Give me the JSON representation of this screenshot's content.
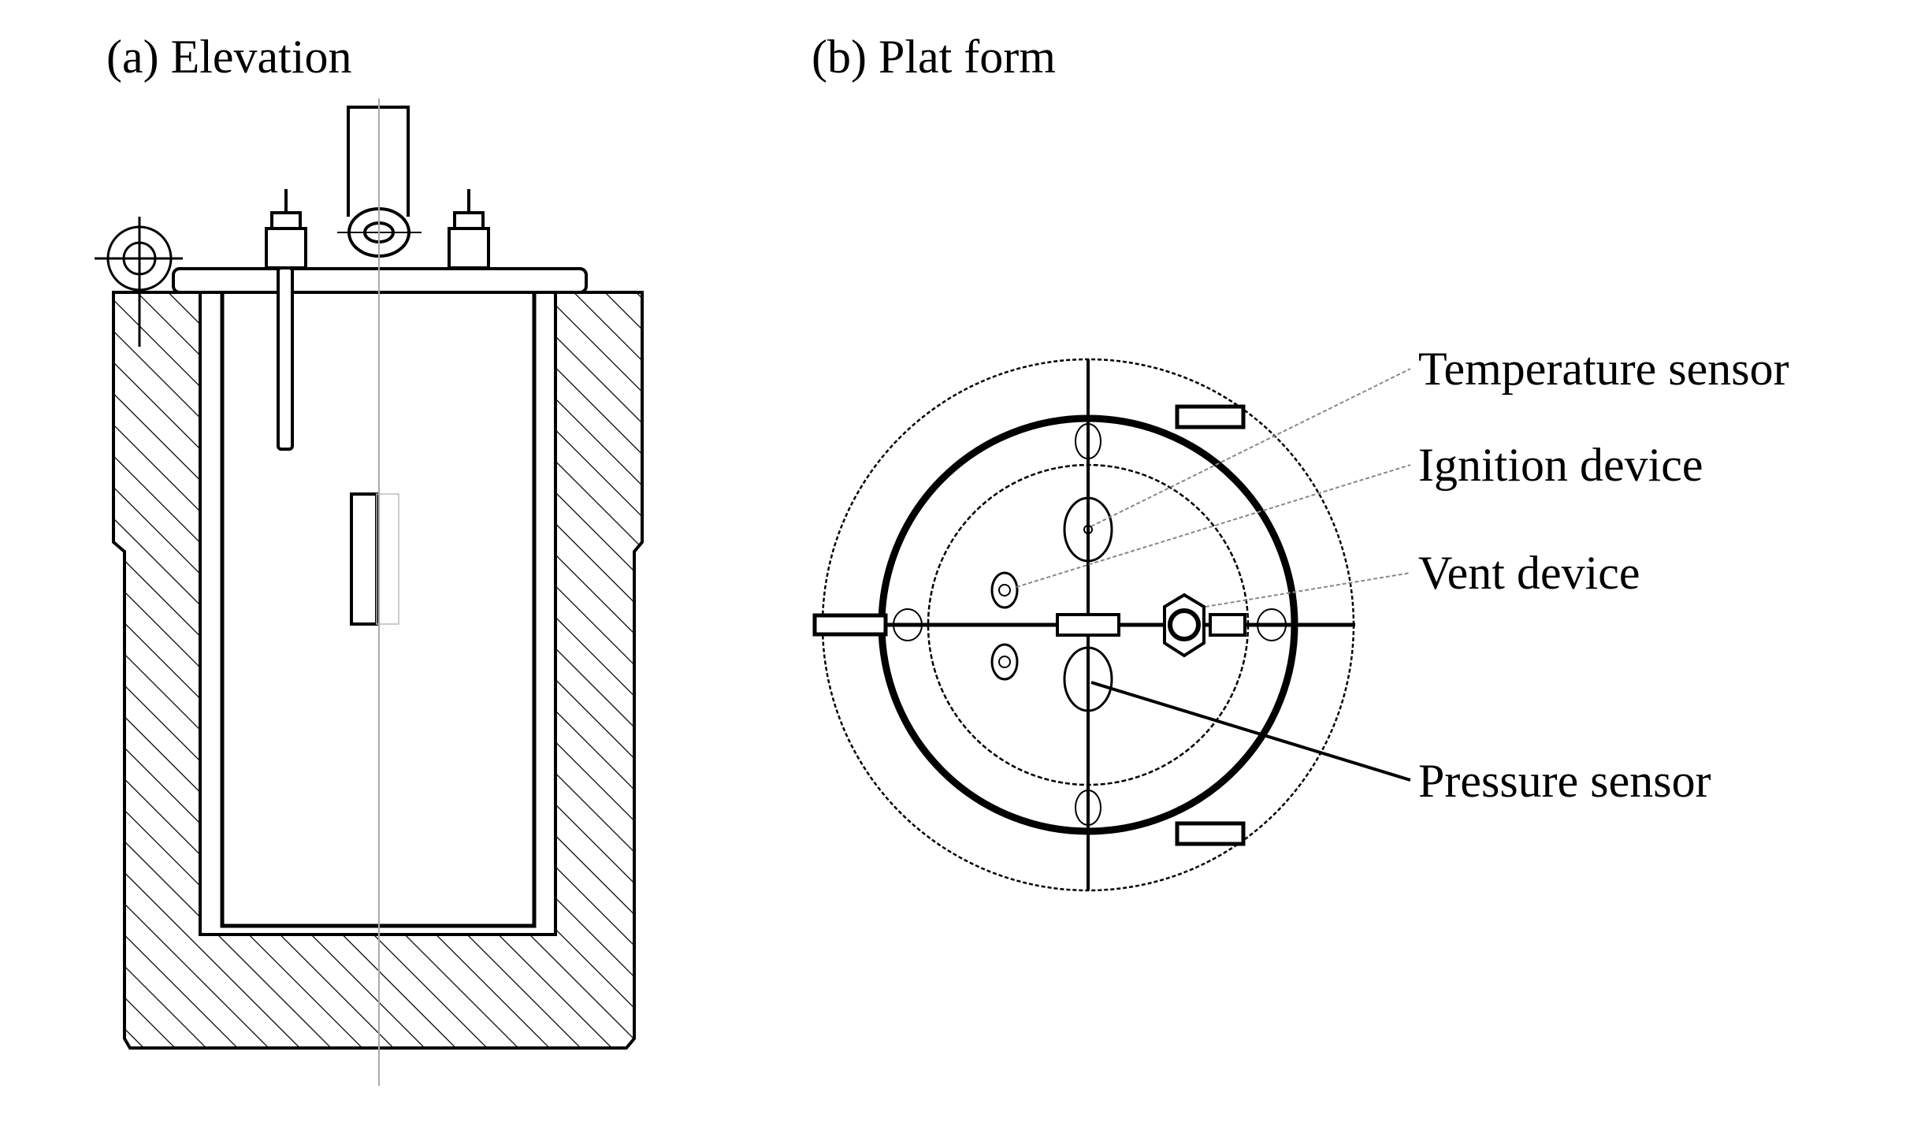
{
  "panels": {
    "elevation": {
      "title": "(a) Elevation"
    },
    "plan": {
      "title": "(b) Plat form"
    }
  },
  "labels": {
    "temperature": "Temperature sensor",
    "ignition": "Ignition device",
    "vent": "Vent device",
    "pressure": "Pressure sensor"
  },
  "colors": {
    "line": "#000000",
    "leader": "#888888",
    "background": "#ffffff"
  }
}
